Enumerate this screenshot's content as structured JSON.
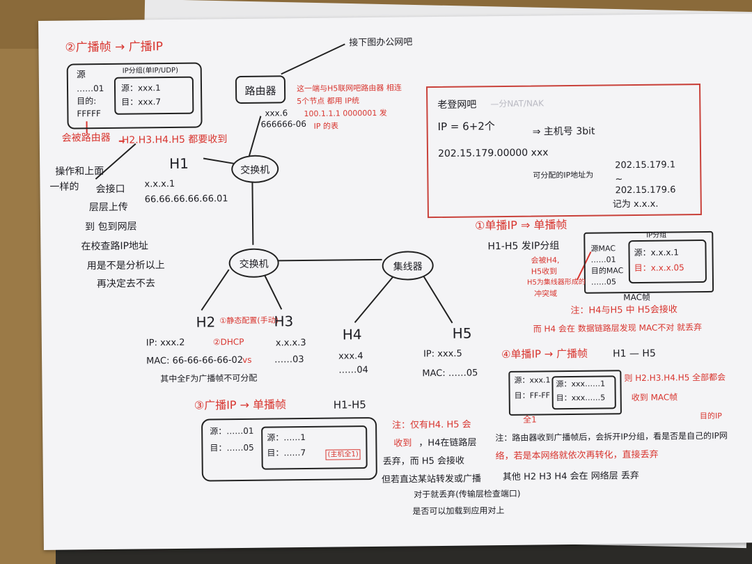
{
  "colors": {
    "ink": "#1c1c22",
    "red_pen": "#d8352f",
    "paper": "#f4f4f6",
    "desk": "#9b7a47"
  },
  "sec2": {
    "title": "②广播帧 → 广播IP",
    "frame": {
      "src": "源",
      "src_mac": "……01",
      "dst": "目的:",
      "dst_mac": "FFFFF"
    },
    "ip_pkt": {
      "title": "IP分组(单IP/UDP)",
      "src": "源：xxx.1",
      "dst": "目：xxx.7"
    },
    "note_red": "会被路由器",
    "recv_red": "H2.H3.H4.H5 都要收到",
    "note_ink": [
      "操作和上面",
      "一样的",
      "会接口",
      "层层上传",
      "到 包到网层",
      "在校查路IP地址",
      "用是不是分析以上",
      "再决定去不去"
    ]
  },
  "router": {
    "label": "路由器",
    "ip": "xxx.6",
    "mac": "666666-06",
    "top_note": "接下图办公网吧",
    "red_note": [
      "这一端与H5联网吧路由器 相连",
      "5个节点 都用 IP统",
      "100.1.1.1 0000001 发",
      "IP 的表"
    ]
  },
  "switch1": "交换机",
  "switch2": "交换机",
  "hub": "集线器",
  "h1": {
    "label": "H1",
    "ip": "x.x.x.1",
    "mac": "66.66.66.66.66.01"
  },
  "h2": {
    "label": "H2",
    "ip": "IP: xxx.2",
    "mac": "MAC: 66-66-66-66-02",
    "red1": "①静态配置(手动)",
    "red2": "②DHCP",
    "red3": "vs",
    "note": "其中全F为广播帧不可分配"
  },
  "h3": {
    "label": "H3",
    "ip": "x.x.x.3",
    "mac": "……03"
  },
  "h4": {
    "label": "H4",
    "ip": "xxx.4",
    "mac": "……04"
  },
  "h5": {
    "label": "H5",
    "ip": "IP: xxx.5",
    "mac": "MAC: ……05"
  },
  "netbar": {
    "title": "老登网吧",
    "line1": "IP = 6+2个",
    "line2": "⇒ 主机号 3bit",
    "line3": "202.15.179.00000 xxx",
    "line4": "可分配的IP地址为",
    "range": [
      "202.15.179.1",
      "~",
      "202.15.179.6"
    ],
    "last": "记为 x.x.x.",
    "faded": "—分NAT/NAK"
  },
  "sec1": {
    "title": "①单播IP ⇒ 单播帧",
    "sub": "H1-H5 发IP分组",
    "frame": {
      "src": "源MAC",
      "src_mac": "……01",
      "dst": "目的MAC",
      "dst_mac": "……05"
    },
    "pkt": {
      "title": "IP分组",
      "src": "源：x.x.x.1",
      "dst": "目：x.x.x.05"
    },
    "red_side": [
      "会被H4,",
      "H5收到",
      "H5为集线器形成的",
      "冲突域"
    ],
    "mac_frame": "MAC帧",
    "red_note1": "注：H4与H5 中 H5会接收",
    "red_note2": "而 H4 会在 数据链路层发现 MAC不对 就丢弃"
  },
  "sec4": {
    "title": "④单播IP → 广播帧",
    "sub": "H1 — H5",
    "frame": {
      "src": "源：xxx.1",
      "dst": "目：FF-FF"
    },
    "pkt": {
      "src": "源：xxx……1",
      "dst": "目：xxx……5"
    },
    "red_full": "全1",
    "red_right1": "则 H2.H3.H4.H5 全部都会",
    "red_right2": "收到 MAC帧",
    "red_ip": "目的IP",
    "note1": "注：路由器收到广播帧后，会拆开IP分组，看是否是自己的IP网",
    "note2": "络，若是本网络就依次再转化，直接丢弃",
    "note3": "其他 H2 H3 H4 会在 网络层 丢弃"
  },
  "sec3": {
    "title": "③广播IP → 单播帧",
    "sub": "H1-H5",
    "frame": {
      "src": "源：……01",
      "dst": "目：……05"
    },
    "pkt": {
      "src": "源：……1",
      "dst": "目：……7",
      "red": "(主机全1)"
    },
    "red1": "注：仅有H4. H5 会",
    "red2": "收到",
    "ink1": "，H4在链路层",
    "ink2": "丢弃，而 H5 会接收",
    "ink3": "但若直达某站转发或广播",
    "ink4": "对于就丢弃(传输层检查端口)",
    "ink5": "是否可以加载到应用对上"
  }
}
